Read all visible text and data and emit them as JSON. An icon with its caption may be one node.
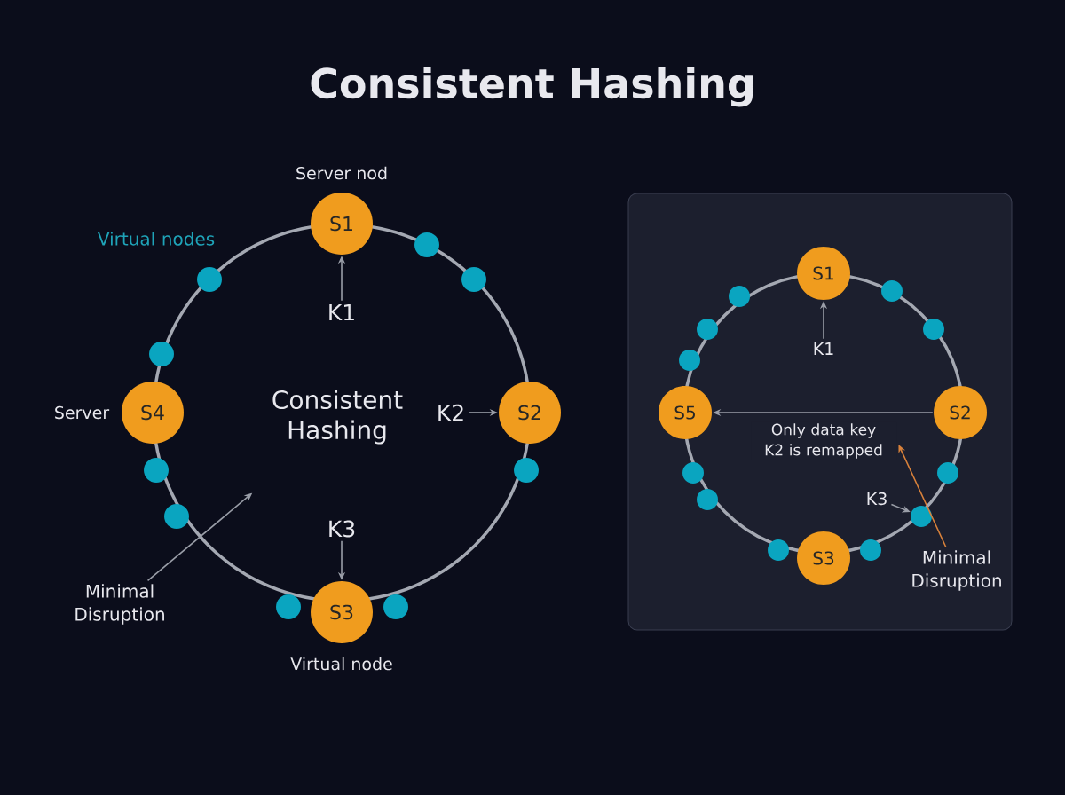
{
  "diagram": {
    "title": "Consistent Hashing",
    "nodes": [
      {
        "text": [
          "S1"
        ],
        "beside": [
          "Server nod"
        ]
      },
      {
        "text": [
          "S2"
        ]
      },
      {
        "text": [
          "S3"
        ],
        "beside": [
          "Virtual node"
        ]
      },
      {
        "text": [
          "S4"
        ],
        "beside": [
          "Server"
        ]
      },
      {
        "text": [],
        "shape": "circle"
      },
      {
        "text": [],
        "shape": "circle"
      },
      {
        "text": [],
        "shape": "circle"
      },
      {
        "text": [],
        "shape": "circle"
      },
      {
        "text": [],
        "shape": "circle"
      },
      {
        "text": [],
        "shape": "circle"
      },
      {
        "text": [],
        "shape": "circle"
      },
      {
        "text": [],
        "shape": "circle"
      },
      {
        "text": [],
        "shape": "circle"
      },
      {
        "text": [
          "K1"
        ]
      },
      {
        "text": [
          "K2"
        ]
      },
      {
        "text": [
          "K3"
        ]
      },
      {
        "text": [
          "Minimal Disruption"
        ]
      },
      {
        "text": [],
        "shape": "box"
      },
      {
        "text": [
          "S1"
        ],
        "in": 17
      },
      {
        "text": [
          "S5"
        ],
        "in": 17
      },
      {
        "text": [
          "S2"
        ],
        "in": 17
      },
      {
        "text": [
          "S3"
        ],
        "in": 17
      },
      {
        "text": [],
        "shape": "circle",
        "in": 17
      },
      {
        "text": [],
        "shape": "circle",
        "in": 17
      },
      {
        "text": [],
        "shape": "circle",
        "in": 17
      },
      {
        "text": [],
        "shape": "circle",
        "in": 17
      },
      {
        "text": [],
        "shape": "circle",
        "in": 17
      },
      {
        "text": [],
        "shape": "circle",
        "in": 17
      },
      {
        "text": [],
        "shape": "circle",
        "in": 17
      },
      {
        "text": [],
        "shape": "circle",
        "in": 17
      },
      {
        "text": [],
        "shape": "circle",
        "in": 17
      },
      {
        "text": [],
        "shape": "circle",
        "in": 17
      },
      {
        "text": [],
        "shape": "circle",
        "in": 17
      },
      {
        "text": [
          "K1"
        ],
        "in": 17
      },
      {
        "text": [
          "K3"
        ],
        "in": 17
      },
      {
        "text": [
          "Minimal Disruption"
        ],
        "in": 17
      }
    ],
    "edges": [
      {
        "from": 13,
        "to": 0,
        "arrow": "to"
      },
      {
        "from": 14,
        "to": 1,
        "arrow": "to"
      },
      {
        "from": 15,
        "to": 2,
        "arrow": "to"
      },
      {
        "from": 16,
        "to": null,
        "arrow": "to"
      },
      {
        "from": 33,
        "to": 18,
        "arrow": "to"
      },
      {
        "from": 20,
        "to": 19,
        "arrow": "to",
        "label": "Only data key K2 is remapped"
      },
      {
        "from": 34,
        "to": 30,
        "arrow": "to"
      },
      {
        "from": 35,
        "to": null,
        "arrow": "to",
        "color": "#d9823b"
      }
    ],
    "labels": [
      "Virtual nodes",
      "Consistent Hashing"
    ]
  }
}
